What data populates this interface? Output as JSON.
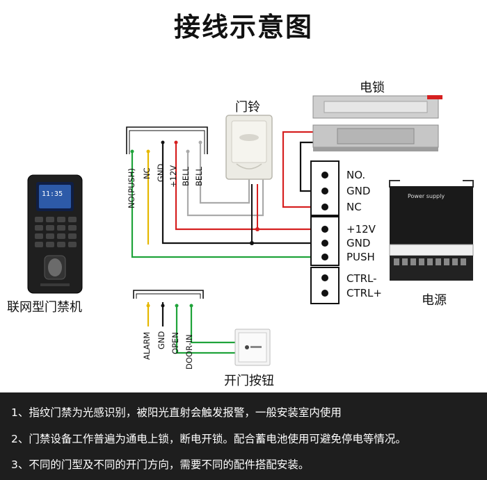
{
  "title": "接线示意图",
  "devices": {
    "door_bell": "门铃",
    "lock": "电锁",
    "controller": "联网型门禁机",
    "power": "电源",
    "exit_button": "开门按钮"
  },
  "controller_pins": [
    "NO(PUSH)",
    "NC",
    "GND",
    "+12V",
    "BELL",
    "BELL"
  ],
  "button_pins": [
    "ALARM",
    "GND",
    "OPEN",
    "DOOR-IN"
  ],
  "terminal_labels": [
    "NO.",
    "GND",
    "NC",
    "+12V",
    "GND",
    "PUSH",
    "CTRL-",
    "CTRL+"
  ],
  "power_box_text": "Power supply",
  "keypad_screen_time": "11:35",
  "notes": [
    "1、指纹门禁为光感识别，被阳光直射会触发报警，一般安装室内使用",
    "2、门禁设备工作普遍为通电上锁，断电开锁。配合蓄电池使用可避免停电等情况。",
    "3、不同的门型及不同的开门方向，需要不同的配件搭配安装。"
  ],
  "colors": {
    "wire_red": "#d62020",
    "wire_green": "#1fa33a",
    "wire_yellow": "#e6b800",
    "wire_black": "#111111",
    "wire_gray": "#aaaaaa",
    "notes_bg": "#1e1e1e"
  }
}
